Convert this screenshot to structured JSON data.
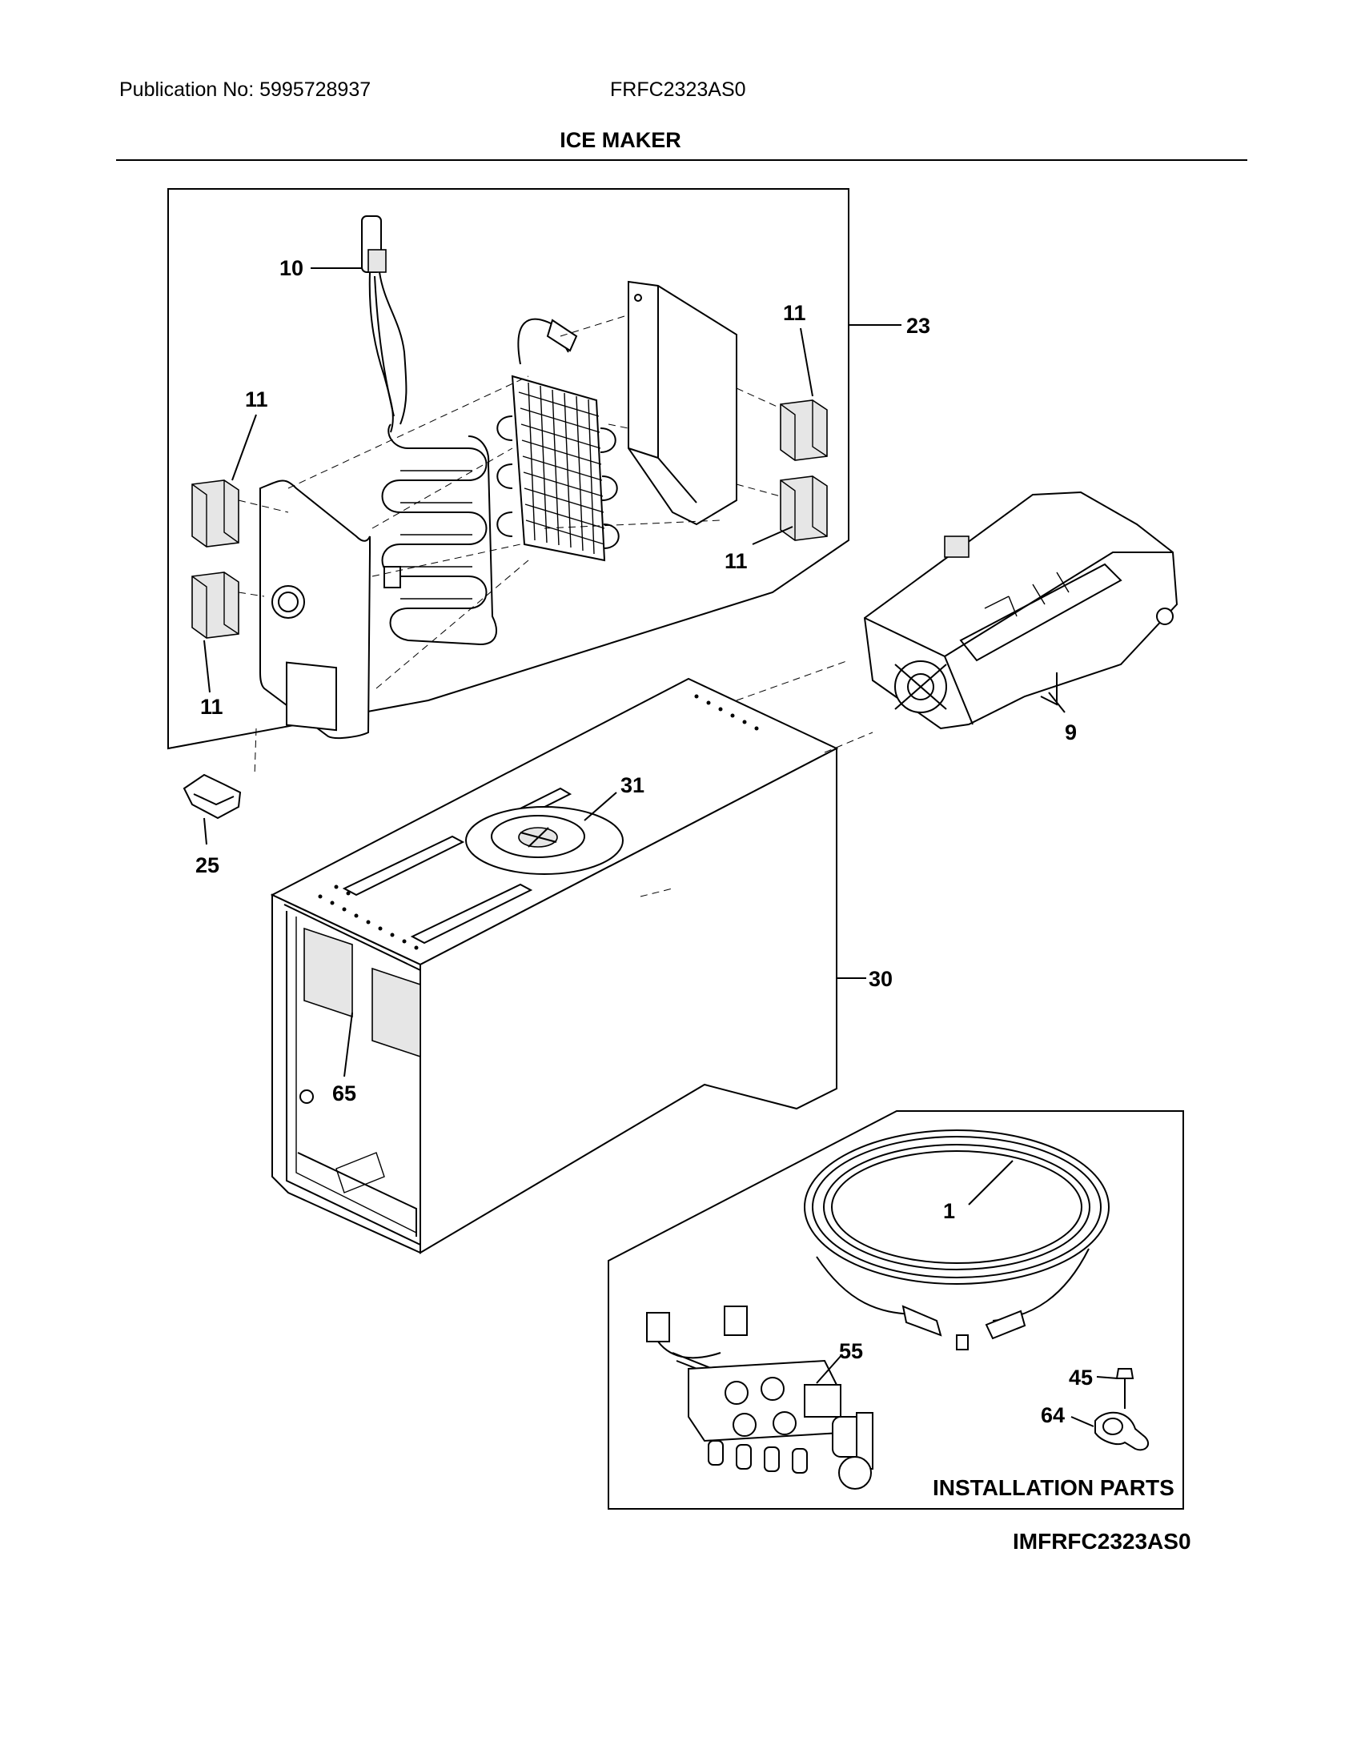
{
  "header": {
    "publication": "Publication No: 5995728937",
    "model": "FRFC2323AS0",
    "title": "ICE MAKER"
  },
  "callouts": {
    "c10": "10",
    "c23": "23",
    "c11a": "11",
    "c11b": "11",
    "c11c": "11",
    "c11d": "11",
    "c9": "9",
    "c31": "31",
    "c25": "25",
    "c30": "30",
    "c65": "65",
    "c1": "1",
    "c55": "55",
    "c45": "45",
    "c64": "64"
  },
  "installation_box_label": "INSTALLATION PARTS",
  "diagram_code": "IMFRFC2323AS0"
}
